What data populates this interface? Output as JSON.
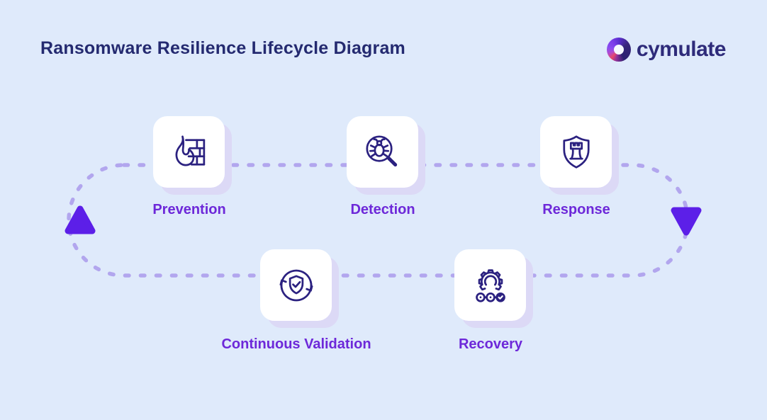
{
  "page": {
    "title": "Ransomware Resilience Lifecycle Diagram"
  },
  "brand": {
    "name": "cymulate",
    "icon": "cymulate-ring-icon"
  },
  "diagram": {
    "type": "cycle",
    "flow_direction": "clockwise",
    "stages": [
      {
        "label": "Prevention",
        "icon": "firewall-icon",
        "row": "top"
      },
      {
        "label": "Detection",
        "icon": "bug-search-icon",
        "row": "top"
      },
      {
        "label": "Response",
        "icon": "shield-rook-icon",
        "row": "top"
      },
      {
        "label": "Continuous Validation",
        "icon": "shield-refresh-icon",
        "row": "bottom"
      },
      {
        "label": "Recovery",
        "icon": "gear-restore-icon",
        "row": "bottom"
      }
    ],
    "arrows": [
      {
        "name": "left-up-arrow",
        "direction": "up"
      },
      {
        "name": "right-down-arrow",
        "direction": "down"
      }
    ]
  },
  "colors": {
    "background": "#dfeafb",
    "title_text": "#242a70",
    "label_text": "#6d28d9",
    "icon_stroke": "#2b2180",
    "dashed_path": "#b2a6ee",
    "arrow_fill": "#5c1fe8",
    "card_background": "#ffffff",
    "card_shadow": "#dcd9f6",
    "brand_text": "#2e2b7a"
  }
}
